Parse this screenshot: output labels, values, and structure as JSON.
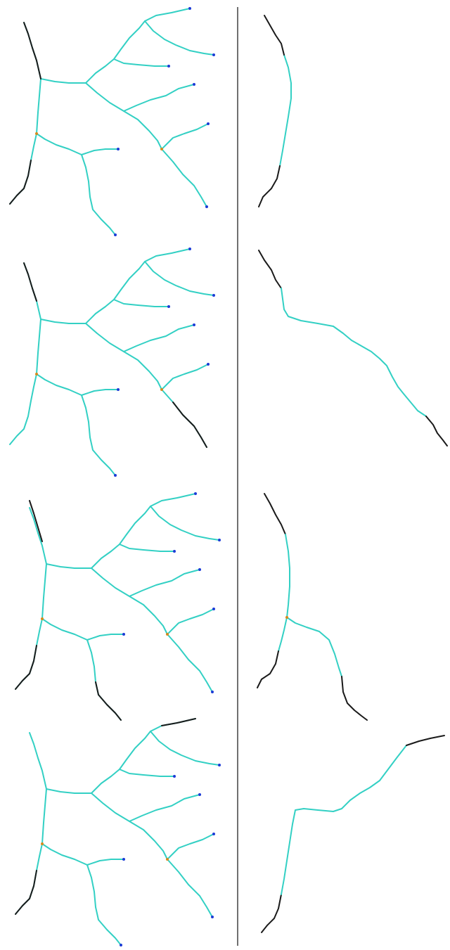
{
  "figure": {
    "colors": {
      "background": "#ffffff",
      "branch": "#33d0c4",
      "highlighted_path": "#1a1a1a",
      "branch_tip": "#1c3bd6",
      "junction": "#d88a1c",
      "divider": "#333333"
    },
    "panels": [
      {
        "row": 1,
        "side": "left",
        "content": "full-branching-tree"
      },
      {
        "row": 1,
        "side": "right",
        "content": "extracted-path"
      },
      {
        "row": 2,
        "side": "left",
        "content": "full-branching-tree"
      },
      {
        "row": 2,
        "side": "right",
        "content": "extracted-path"
      },
      {
        "row": 3,
        "side": "left",
        "content": "full-branching-tree"
      },
      {
        "row": 3,
        "side": "right",
        "content": "extracted-subtree"
      },
      {
        "row": 4,
        "side": "left",
        "content": "full-branching-tree"
      },
      {
        "row": 4,
        "side": "right",
        "content": "extracted-path"
      }
    ]
  }
}
